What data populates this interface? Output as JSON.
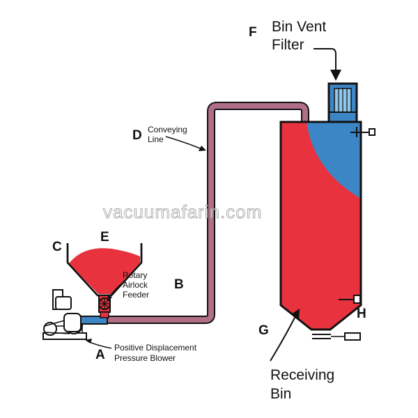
{
  "labels": {
    "letter_a": "A",
    "letter_b": "B",
    "letter_c": "C",
    "letter_d": "D",
    "letter_e": "E",
    "letter_f": "F",
    "letter_g": "G",
    "letter_h": "H",
    "bin_vent_filter": [
      "Bin Vent",
      "Filter"
    ],
    "conveying_line": [
      "Conveying",
      "Line"
    ],
    "rotary_airlock_feeder": [
      "Rotary",
      "Airlock",
      "Feeder"
    ],
    "positive_displacement_blower": [
      "Positive Displacement",
      "Pressure Blower"
    ],
    "receiving_bin": [
      "Receiving",
      "Bin"
    ]
  },
  "watermark": "vacuumafarin.com",
  "colors": {
    "material": "#e8323e",
    "air": "#3d86c6",
    "line": "#a8617c",
    "outline": "#111111"
  }
}
